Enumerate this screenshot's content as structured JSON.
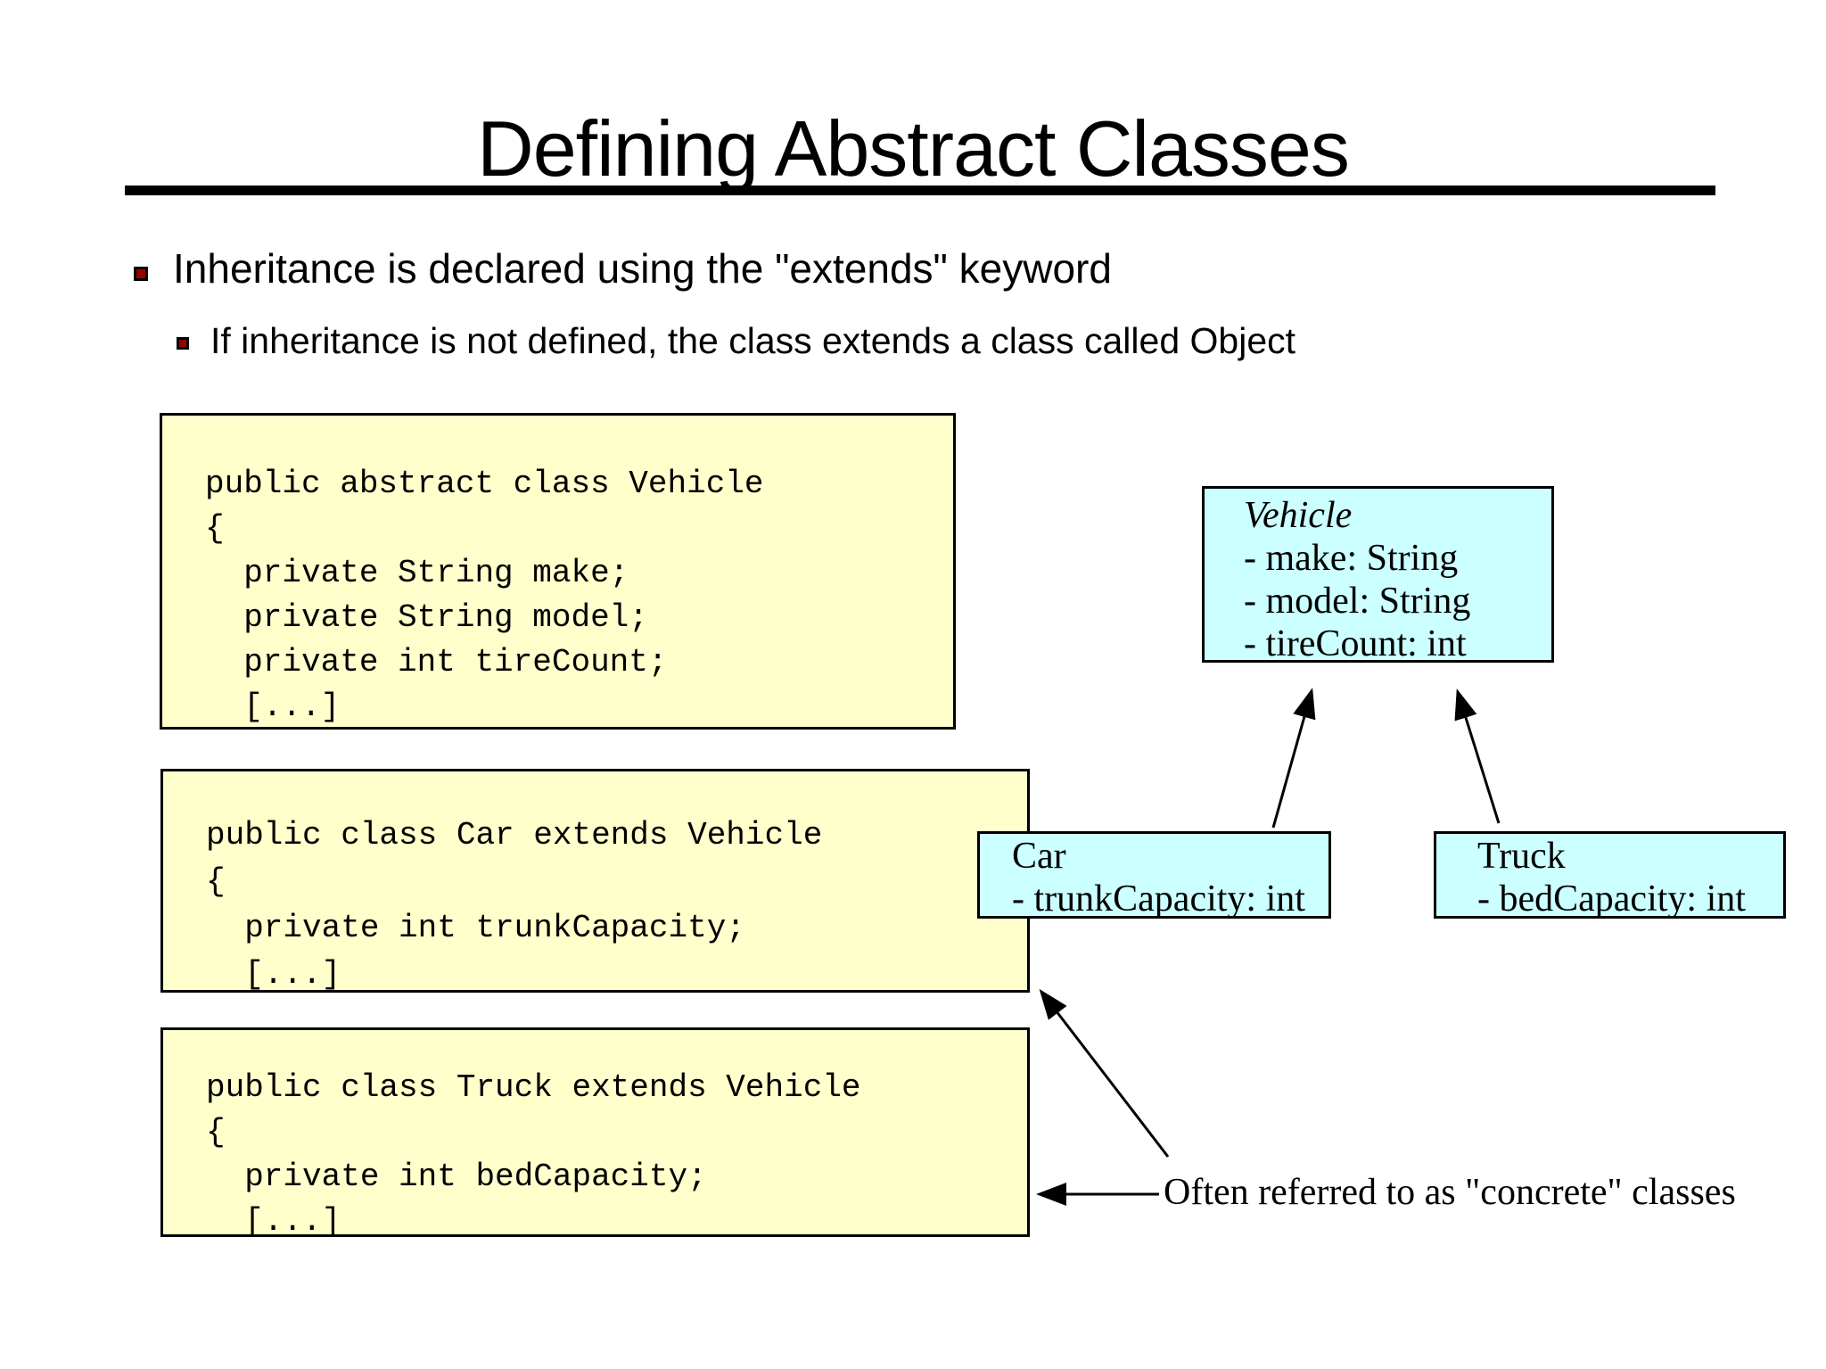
{
  "slide": {
    "title": "Defining Abstract Classes",
    "bullets": [
      {
        "level": 1,
        "text": "Inheritance is declared using the \"extends\" keyword"
      },
      {
        "level": 2,
        "text": "If inheritance is not defined, the class extends a class called Object"
      }
    ],
    "code_boxes": [
      {
        "name": "vehicle-abstract-class",
        "lines": [
          "public abstract class Vehicle",
          "{",
          "  private String make;",
          "  private String model;",
          "  private int tireCount;",
          "  [...]"
        ]
      },
      {
        "name": "car-class",
        "lines": [
          "public class Car extends Vehicle",
          "{",
          "  private int trunkCapacity;",
          "  [...]"
        ]
      },
      {
        "name": "truck-class",
        "lines": [
          "public class Truck extends Vehicle",
          "{",
          "  private int bedCapacity;",
          "  [...]"
        ]
      }
    ],
    "uml": {
      "vehicle": {
        "name": "Vehicle",
        "abstract": true,
        "attributes": [
          "- make: String",
          "- model: String",
          "- tireCount: int"
        ]
      },
      "car": {
        "name": "Car",
        "abstract": false,
        "attributes": [
          "- trunkCapacity: int"
        ]
      },
      "truck": {
        "name": "Truck",
        "abstract": false,
        "attributes": [
          "- bedCapacity: int"
        ]
      }
    },
    "annotation": "Often referred to as \"concrete\" classes",
    "colors": {
      "code_box_bg": "#FFFFCC",
      "uml_box_bg": "#CCFFFF",
      "bullet_marker": "#990000",
      "border": "#000000",
      "rule": "#000000"
    }
  }
}
